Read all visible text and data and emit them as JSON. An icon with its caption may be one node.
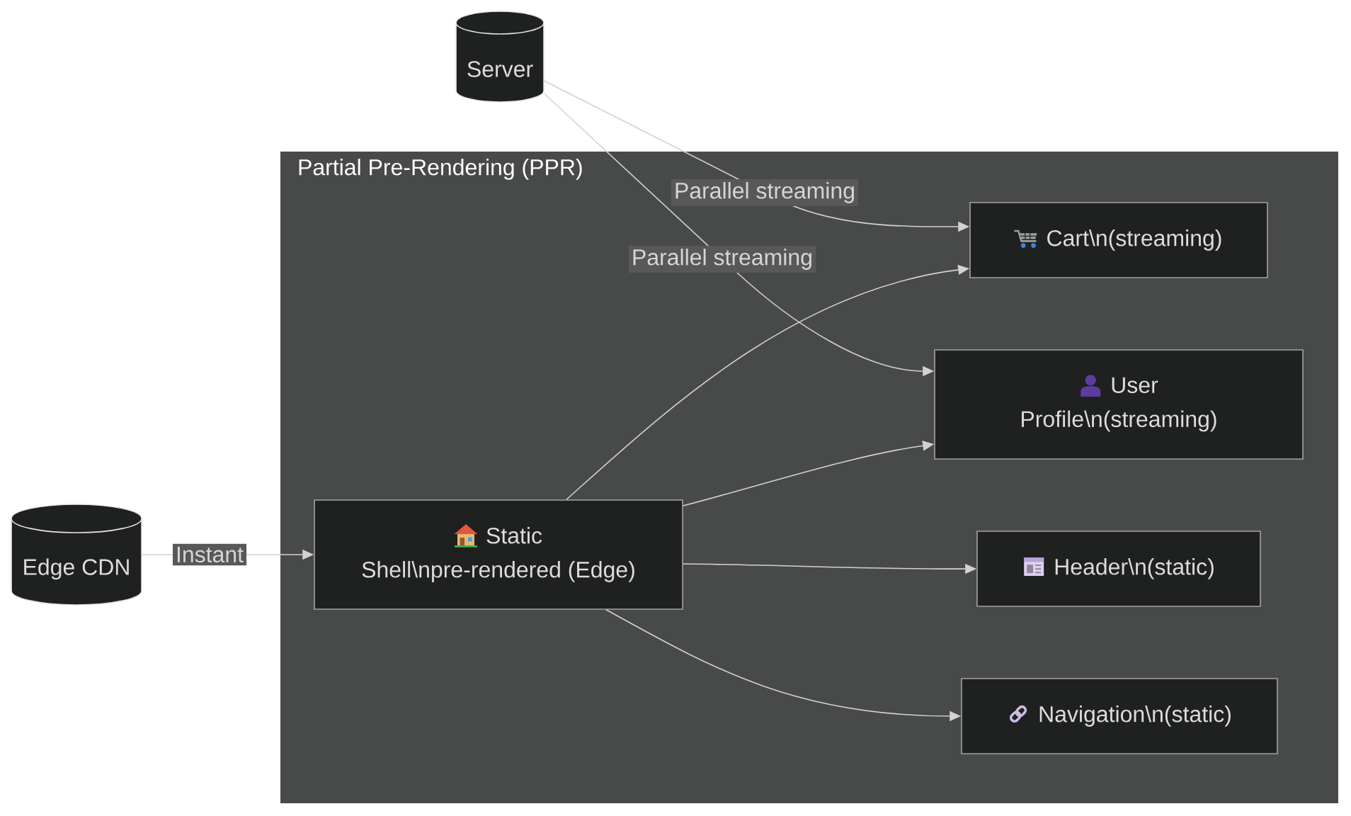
{
  "diagram": {
    "nodes": [
      {
        "text": [
          "Server"
        ]
      },
      {
        "text": [
          "Partial Pre-Rendering (PPR)"
        ]
      },
      {
        "text": [
          "Cart\\n(streaming)"
        ],
        "in": 1
      },
      {
        "text": [
          "User Profile\\n(streaming)"
        ],
        "in": 1
      },
      {
        "text": [
          "Static Shell\\npre-rendered (Edge)"
        ],
        "in": 1
      },
      {
        "text": [
          "Header\\n(static)"
        ],
        "in": 1
      },
      {
        "text": [
          "Navigation\\n(static)"
        ],
        "in": 1
      },
      {
        "text": [
          "Edge CDN"
        ]
      }
    ],
    "edges": [
      {
        "from": 0,
        "to": 2,
        "arrow": "to",
        "label": "Parallel streaming"
      },
      {
        "from": 0,
        "to": 3,
        "arrow": "to",
        "label": "Parallel streaming"
      },
      {
        "from": 7,
        "to": 4,
        "arrow": "to",
        "label": "Instant"
      },
      {
        "from": 4,
        "to": 2,
        "arrow": "to"
      },
      {
        "from": 4,
        "to": 3,
        "arrow": "to"
      },
      {
        "from": 4,
        "to": 5,
        "arrow": "to"
      },
      {
        "from": 4,
        "to": 6,
        "arrow": "to"
      }
    ]
  }
}
